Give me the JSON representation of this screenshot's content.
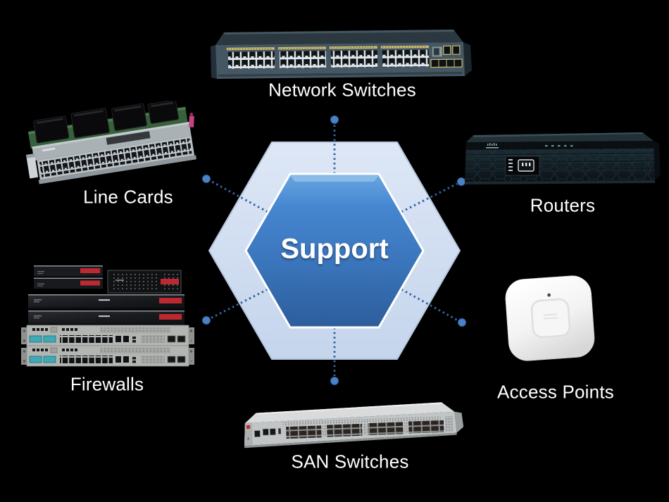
{
  "diagram": {
    "background": "#000000",
    "hub": {
      "label": "Support",
      "outer_hex_fill": "#cfdcef",
      "outer_hex_stroke": "#b7c7de",
      "inner_hex_top": "#6aa5e2",
      "inner_hex_bottom": "#2d5d9b",
      "inner_hex_ring": "#ffffff",
      "text_color": "#ffffff"
    },
    "connector": {
      "style": "dotted",
      "dot_color": "#35649f",
      "endpoint_color": "#4b82c4"
    },
    "nodes": [
      {
        "id": "network-switches",
        "label": "Network Switches",
        "position": "top",
        "device": "48-port rack network switch"
      },
      {
        "id": "line-cards",
        "label": "Line Cards",
        "position": "upper-left",
        "device": "modular switch line card"
      },
      {
        "id": "routers",
        "label": "Routers",
        "position": "upper-right",
        "device": "2U rack router"
      },
      {
        "id": "firewalls",
        "label": "Firewalls",
        "position": "lower-left",
        "device": "stack of firewall appliances"
      },
      {
        "id": "access-points",
        "label": "Access Points",
        "position": "lower-right",
        "device": "wireless access point"
      },
      {
        "id": "san-switches",
        "label": "SAN Switches",
        "position": "bottom",
        "device": "1U fibre-channel SAN switch"
      }
    ]
  }
}
